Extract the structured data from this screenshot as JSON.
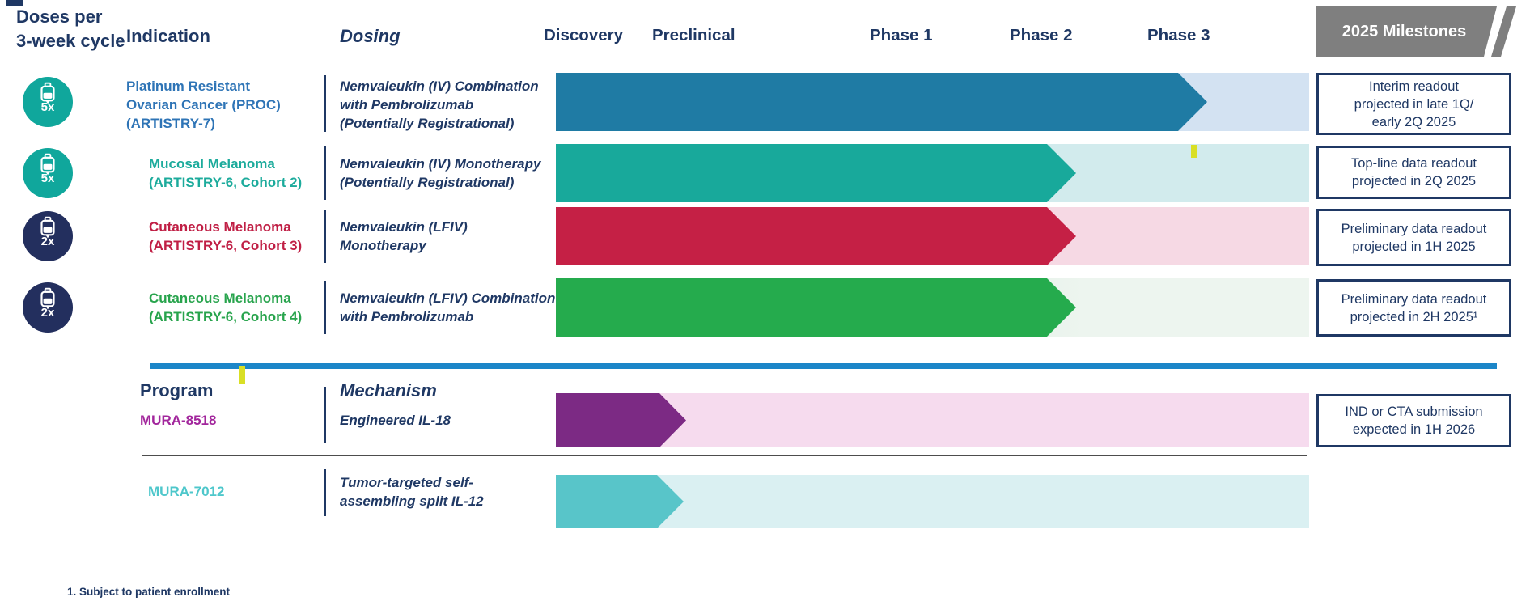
{
  "header": {
    "doses_label_line1": "Doses per",
    "doses_label_line2": "3-week cycle",
    "indication_label": "Indication",
    "dosing_label": "Dosing",
    "phases": [
      "Discovery",
      "Preclinical",
      "Phase 1",
      "Phase 2",
      "Phase 3"
    ],
    "milestones_label": "2025 Milestones"
  },
  "rows": [
    {
      "doses": "5x",
      "indication_lines": [
        "Platinum Resistant",
        "Ovarian Cancer (PROC)",
        "(ARTISTRY-7)"
      ],
      "dosing_lines": [
        "Nemvaleukin (IV) Combination",
        "with Pembrolizumab",
        "(Potentially Registrational)"
      ],
      "phase_reached": "Phase 3",
      "milestone_lines": [
        "Interim readout",
        "projected in late 1Q/",
        "early 2Q 2025"
      ]
    },
    {
      "doses": "5x",
      "indication_lines": [
        "Mucosal Melanoma",
        "(ARTISTRY-6, Cohort 2)"
      ],
      "dosing_lines": [
        "Nemvaleukin (IV) Monotherapy",
        "(Potentially Registrational)"
      ],
      "phase_reached": "Phase 2",
      "milestone_lines": [
        "Top-line data readout",
        "projected in 2Q 2025"
      ]
    },
    {
      "doses": "2x",
      "indication_lines": [
        "Cutaneous Melanoma",
        "(ARTISTRY-6, Cohort 3)"
      ],
      "dosing_lines": [
        "Nemvaleukin (LFIV)",
        "Monotherapy"
      ],
      "phase_reached": "Phase 2",
      "milestone_lines": [
        "Preliminary data readout",
        "projected in 1H 2025"
      ]
    },
    {
      "doses": "2x",
      "indication_lines": [
        "Cutaneous Melanoma",
        "(ARTISTRY-6, Cohort 4)"
      ],
      "dosing_lines": [
        "Nemvaleukin (LFIV) Combination",
        "with Pembrolizumab"
      ],
      "phase_reached": "Phase 2",
      "milestone_lines": [
        "Preliminary data readout",
        "projected in 2H 2025¹"
      ]
    }
  ],
  "programs": {
    "program_label": "Program",
    "mechanism_label": "Mechanism",
    "items": [
      {
        "name": "MURA-8518",
        "mechanism_lines": [
          "Engineered IL-18",
          ""
        ],
        "phase_reached": "Discovery",
        "milestone_lines": [
          "IND or CTA submission",
          "expected in 1H 2026"
        ]
      },
      {
        "name": "MURA-7012",
        "mechanism_lines": [
          "Tumor-targeted self-",
          "assembling split IL-12"
        ],
        "phase_reached": "Discovery"
      }
    ]
  },
  "footnote": "1. Subject to patient enrollment",
  "colors": {
    "navy": "#1f3864",
    "bar1": "#1f7ba4",
    "bg1": "#d3e2f2",
    "ind1": "#2e74b6",
    "bar2": "#18a99b",
    "bg2": "#d2ebed",
    "ind2": "#1cab9c",
    "bar3": "#c52045",
    "bg3": "#f6d9e4",
    "ind3": "#c01f45",
    "bar4": "#25ab4d",
    "bg4a": "#c3e4cd",
    "bg4b": "#edf5ef",
    "ind4": "#28a44d",
    "bar5": "#7c2a84",
    "bg5": "#f6dbee",
    "prog1": "#a2269c",
    "bar6": "#58c5c9",
    "bg6": "#daf0f2",
    "prog2": "#4ec7cb",
    "divider_blue": "#1c86c8",
    "gray_header": "#7f7f7f",
    "badge_teal": "#10a79c",
    "badge_navy": "#232f5e",
    "tick_yellow": "#d9df25",
    "box_border": "#1f3864",
    "separator_gray": "#4d4d4d"
  }
}
